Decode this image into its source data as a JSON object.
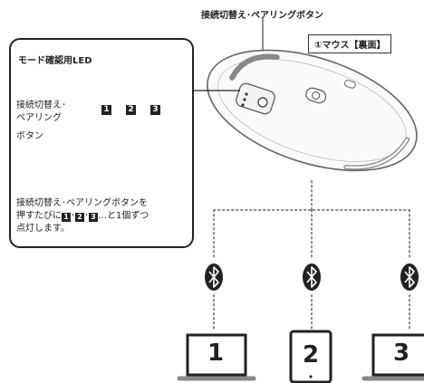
{
  "top_label": "接続切替え･ペアリングボタン",
  "mouse_tag": "①マウス【裏面】",
  "callout": {
    "title": "モード確認用LED",
    "button_label_line1": "接続切替え･",
    "button_label_line2": "ペアリング",
    "button_label_line3": "ボタン",
    "led_numbers": [
      "1",
      "2",
      "3"
    ],
    "foot_line1": "接続切替え･ペアリングボタンを",
    "foot_line2_pre": "押すたびに",
    "foot_line2_n1": "1",
    "foot_line2_sep1": "･",
    "foot_line2_n2": "2",
    "foot_line2_sep2": "･",
    "foot_line2_n3": "3",
    "foot_line2_post": "…と1個ずつ",
    "foot_line3": "点灯します。"
  },
  "devices": [
    {
      "number": "1",
      "kind": "laptop"
    },
    {
      "number": "2",
      "kind": "tablet"
    },
    {
      "number": "3",
      "kind": "laptop"
    }
  ],
  "colors": {
    "outline": "#222222",
    "dots": "#888888",
    "mouse_stroke": "#666666"
  }
}
